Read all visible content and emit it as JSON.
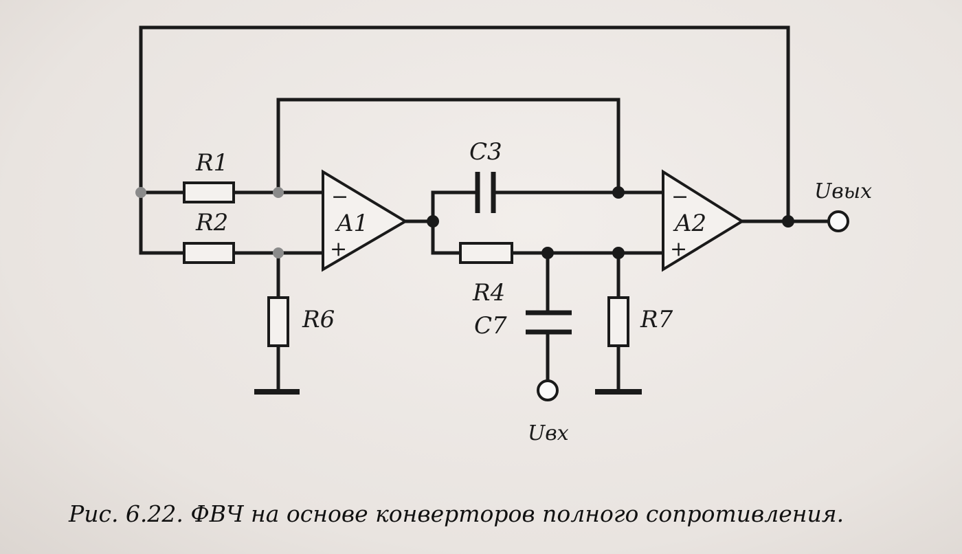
{
  "components": {
    "R1": "R1",
    "R2": "R2",
    "R4": "R4",
    "R6": "R6",
    "R7": "R7",
    "C3": "C3",
    "C7": "C7",
    "A1": "A1",
    "A2": "A2"
  },
  "opamp_signs": {
    "minus": "−",
    "plus": "+"
  },
  "terminals": {
    "output": "Uвых",
    "input": "Uвх"
  },
  "caption": "Рис. 6.22. ФВЧ на основе конверторов полного сопротивления."
}
